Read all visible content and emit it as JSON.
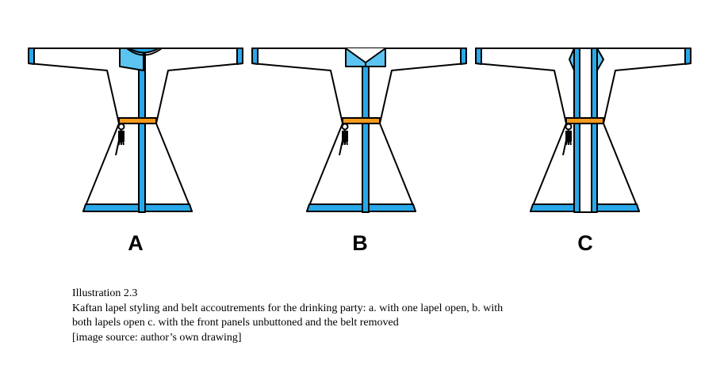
{
  "colors": {
    "outline": "#000000",
    "lining": "#29a8e9",
    "lapel": "#5bc4f1",
    "belt": "#f39a1d",
    "garment": "#ffffff"
  },
  "panels": [
    {
      "id": "a",
      "label": "A"
    },
    {
      "id": "b",
      "label": "B"
    },
    {
      "id": "c",
      "label": "C"
    }
  ],
  "caption": {
    "title": "Illustration 2.3",
    "line1": "Kaftan lapel styling and belt accoutrements for the drinking party: a. with one lapel open, b. with",
    "line2": "both lapels open c. with the front panels unbuttoned and the belt removed",
    "source": "[image source: author’s own drawing]"
  }
}
